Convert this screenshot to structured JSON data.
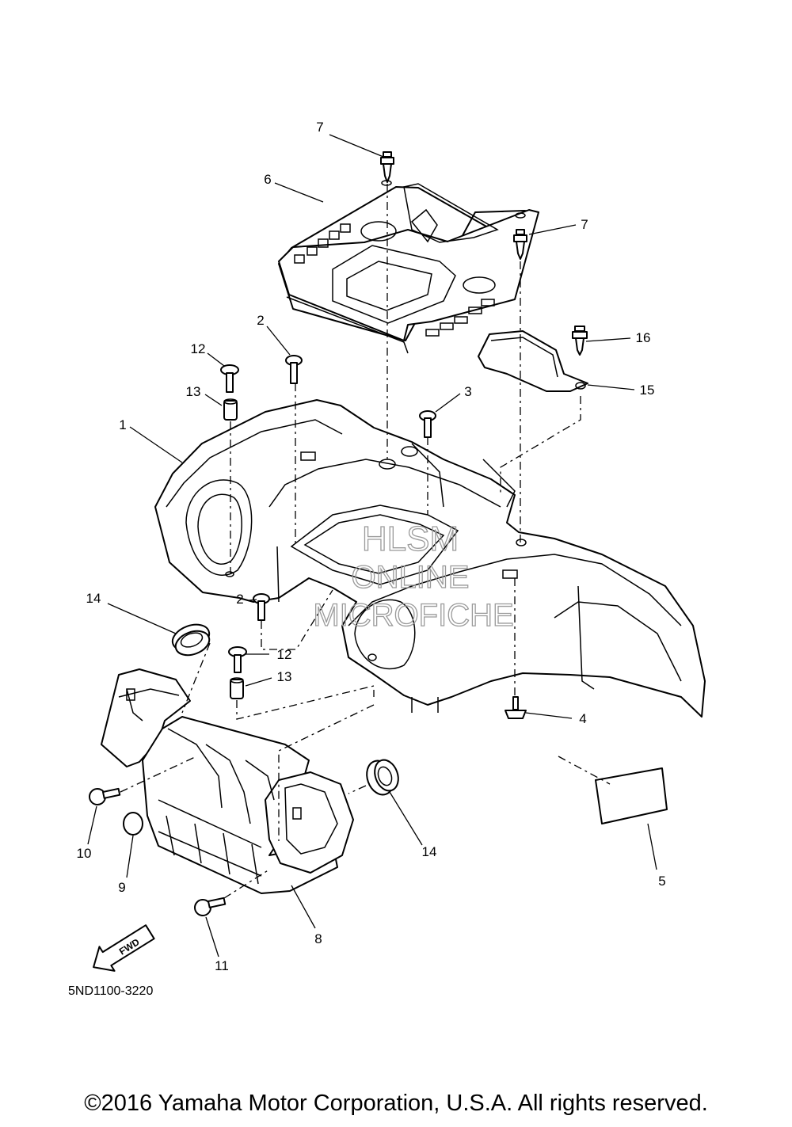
{
  "diagram": {
    "drawing_code": "5ND1100-3220",
    "direction_label": "FWD",
    "watermark": [
      "HLSM",
      "ONLINE",
      "MICROFICHE"
    ],
    "callouts": [
      {
        "id": "c7a",
        "label": "7"
      },
      {
        "id": "c6",
        "label": "6"
      },
      {
        "id": "c7b",
        "label": "7"
      },
      {
        "id": "c2a",
        "label": "2"
      },
      {
        "id": "c12a",
        "label": "12"
      },
      {
        "id": "c16",
        "label": "16"
      },
      {
        "id": "c3",
        "label": "3"
      },
      {
        "id": "c13a",
        "label": "13"
      },
      {
        "id": "c15",
        "label": "15"
      },
      {
        "id": "c1",
        "label": "1"
      },
      {
        "id": "c14a",
        "label": "14"
      },
      {
        "id": "c2b",
        "label": "2"
      },
      {
        "id": "c12b",
        "label": "12"
      },
      {
        "id": "c13b",
        "label": "13"
      },
      {
        "id": "c4",
        "label": "4"
      },
      {
        "id": "c10",
        "label": "10"
      },
      {
        "id": "c14b",
        "label": "14"
      },
      {
        "id": "c9",
        "label": "9"
      },
      {
        "id": "c5",
        "label": "5"
      },
      {
        "id": "c8",
        "label": "8"
      },
      {
        "id": "c11",
        "label": "11"
      }
    ]
  },
  "footer": {
    "copyright": "©2016 Yamaha Motor Corporation, U.S.A. All rights reserved."
  }
}
